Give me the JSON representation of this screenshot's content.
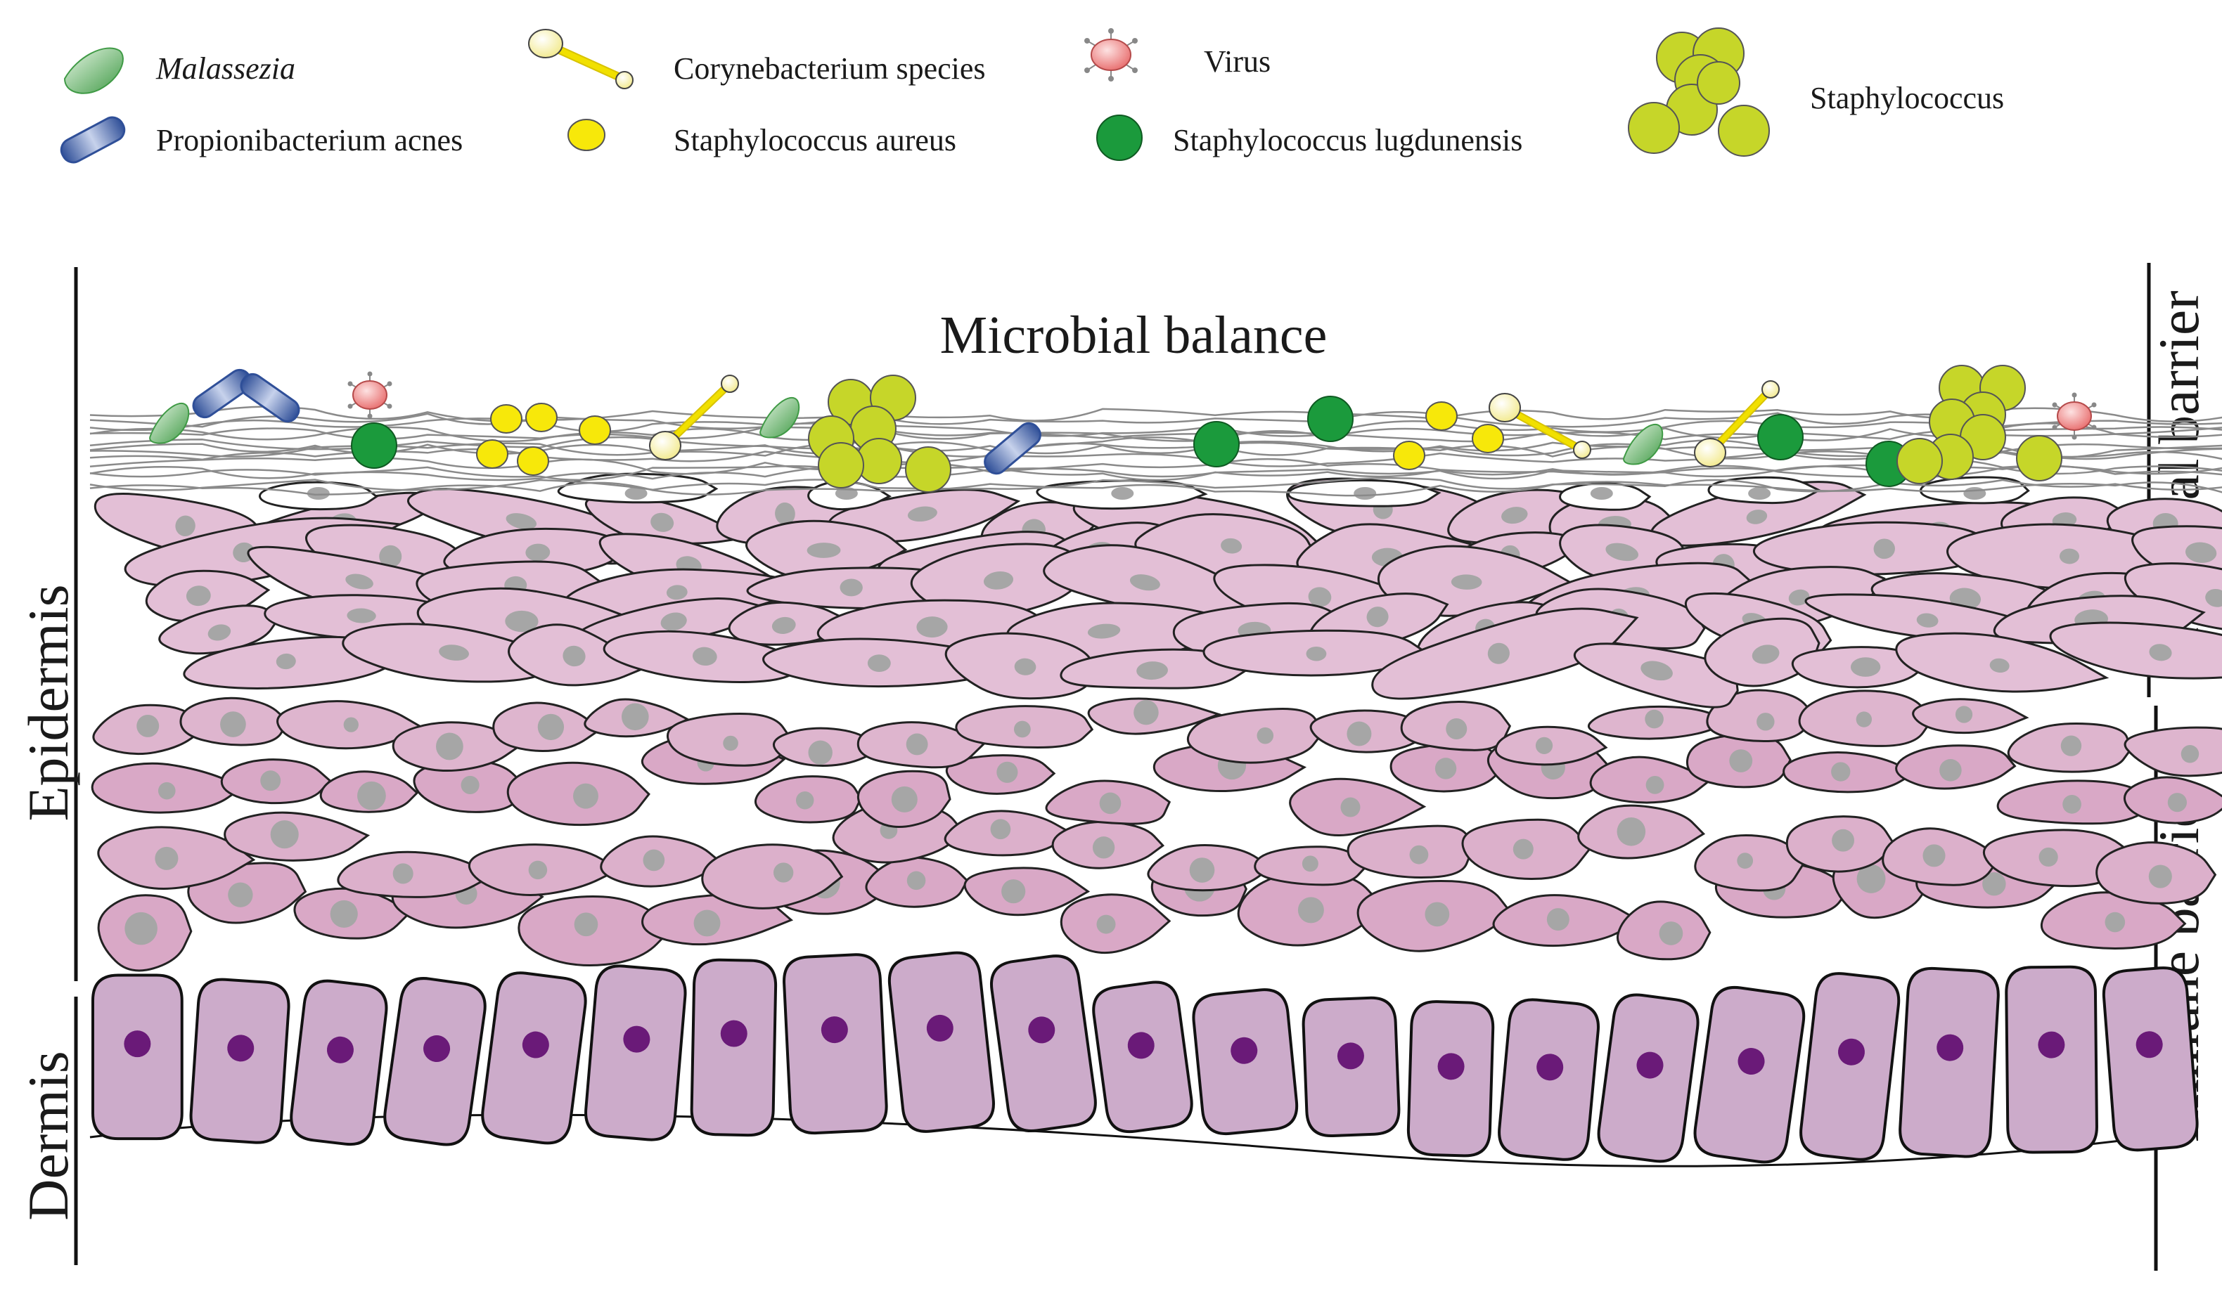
{
  "legend": {
    "malassezia": "Malassezia",
    "propionibacterium": "Propionibacterium acnes",
    "corynebacterium": "Corynebacterium species",
    "staph_aureus": "Staphylococcus aureus",
    "virus": "Virus",
    "staph_lugdunensis": "Staphylococcus lugdunensis",
    "staphylococcus": "Staphylococcus"
  },
  "title": "Microbial balance",
  "layers": {
    "epidermis": "Epidermis",
    "dermis": "Dermis"
  },
  "barriers": {
    "chemical": "Chemical barrier",
    "immune": "Immune barrier"
  },
  "colors": {
    "cell_fill": "#e3bfd6",
    "cell_fill_mid": "#d9a8c6",
    "basal_fill": "#ccabca",
    "basal_nucleus": "#6a1a78",
    "nucleus_grey": "#a6a6a6",
    "staph_aureus": "#f7e80a",
    "staph_lugdunensis": "#1b9a3c",
    "staphylococcus": "#c6d629",
    "propionibacterium": "#3f5fa8",
    "malassezia": "#5eb55a",
    "virus": "#e86c6c",
    "corynebacterium": "#f1e000"
  }
}
